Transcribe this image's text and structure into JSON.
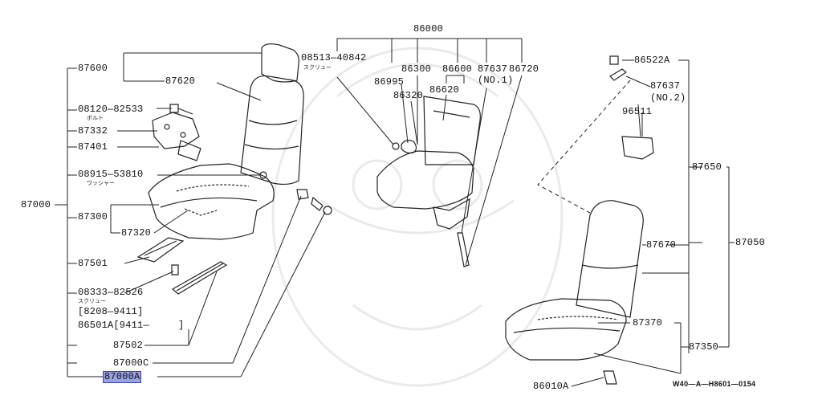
{
  "labels": {
    "p87600": "87600",
    "p87620": "87620",
    "p08120": "08120—82533",
    "p_bolt": "ボルト",
    "p87332": "87332",
    "p87401": "87401",
    "p08915": "08915—53810",
    "p_washer": "ワッシャー",
    "p87000": "87000",
    "p87300": "87300",
    "p87320": "87320",
    "p87501": "87501",
    "p08333": "08333—82526",
    "p_screw1": "スクリュー",
    "p8208": "[8208—9411]",
    "p86501": "86501A[9411—",
    "p_bracket_close": "]",
    "p87502": "87502",
    "p87000c": "87000C",
    "p87000a": "87000A",
    "p86000": "86000",
    "p08513": "08513—40842",
    "p_screw2": "スクリュー",
    "p86300": "86300",
    "p86600": "86600",
    "p87637a": "87637",
    "p87637a_sub": "(NO.1)",
    "p86720": "86720",
    "p86995": "86995",
    "p86320": "86320",
    "p86620": "86620",
    "p86522": "86522A",
    "p87637b": "87637",
    "p87637b_sub": "(NO.2)",
    "p96511": "96511",
    "p87650": "87650",
    "p87670": "87670",
    "p87050": "87050",
    "p87370": "87370",
    "p87350": "87350",
    "p86010": "86010A",
    "code": "W40—A—H8601—0154"
  },
  "colors": {
    "line": "#222222",
    "highlight": "#9aa2e6",
    "highlight_border": "#3b44a8"
  }
}
